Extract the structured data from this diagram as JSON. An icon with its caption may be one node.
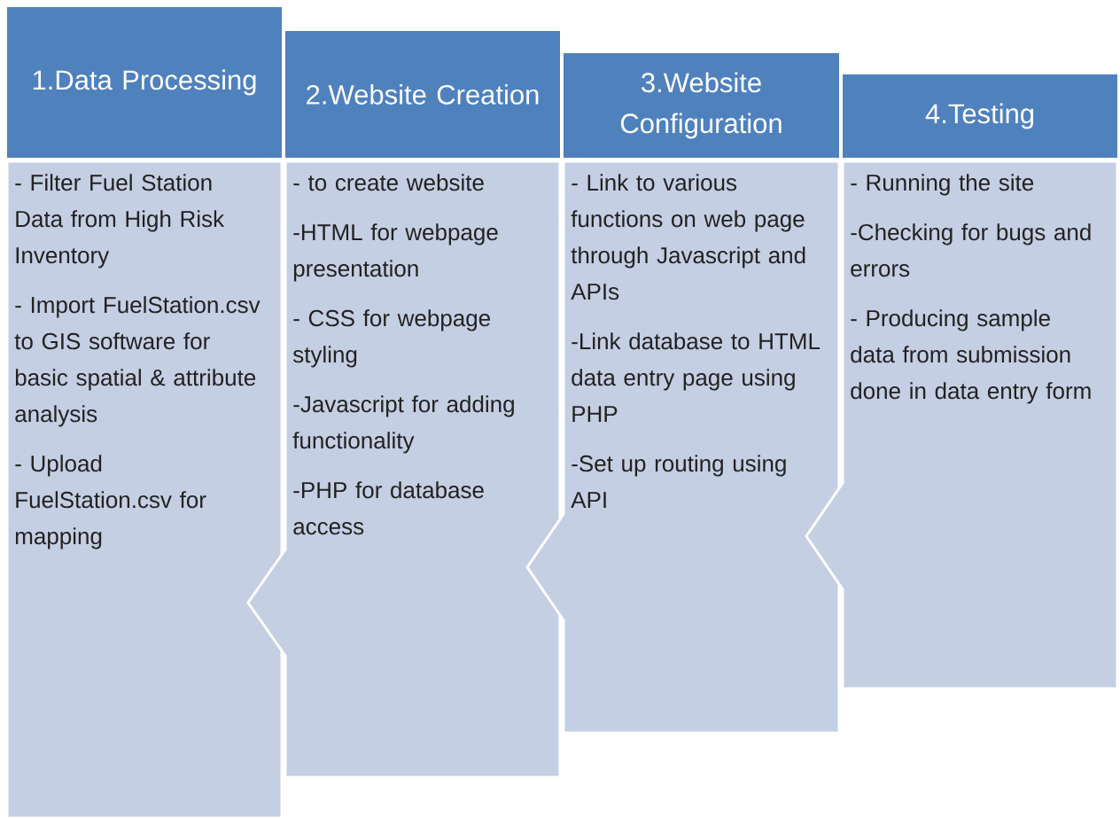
{
  "diagram": {
    "nodes": [
      {
        "text": [
          "1.Data Processing"
        ]
      },
      {
        "text": [
          "- Filter Fuel Station Data from High Risk Inventory",
          "- Import FuelStation.csv to GIS software for basic spatial & attribute analysis",
          "- Upload FuelStation.csv for mapping"
        ]
      },
      {
        "text": [
          "2.Website Creation"
        ]
      },
      {
        "text": [
          "- to create website",
          "-HTML for webpage presentation",
          "- CSS for webpage styling",
          "-Javascript for adding functionality",
          "-PHP for database access"
        ]
      },
      {
        "text": [
          "3.Website Configuration"
        ]
      },
      {
        "text": [
          "- Link to various functions on web page through Javascript and APIs",
          "-Link database to HTML data entry page using PHP",
          "-Set up routing using API"
        ]
      },
      {
        "text": [
          "4.Testing"
        ]
      },
      {
        "text": [
          "- Running the site",
          "-Checking for bugs and errors",
          "- Producing sample data from submission done in data entry form"
        ]
      }
    ]
  }
}
